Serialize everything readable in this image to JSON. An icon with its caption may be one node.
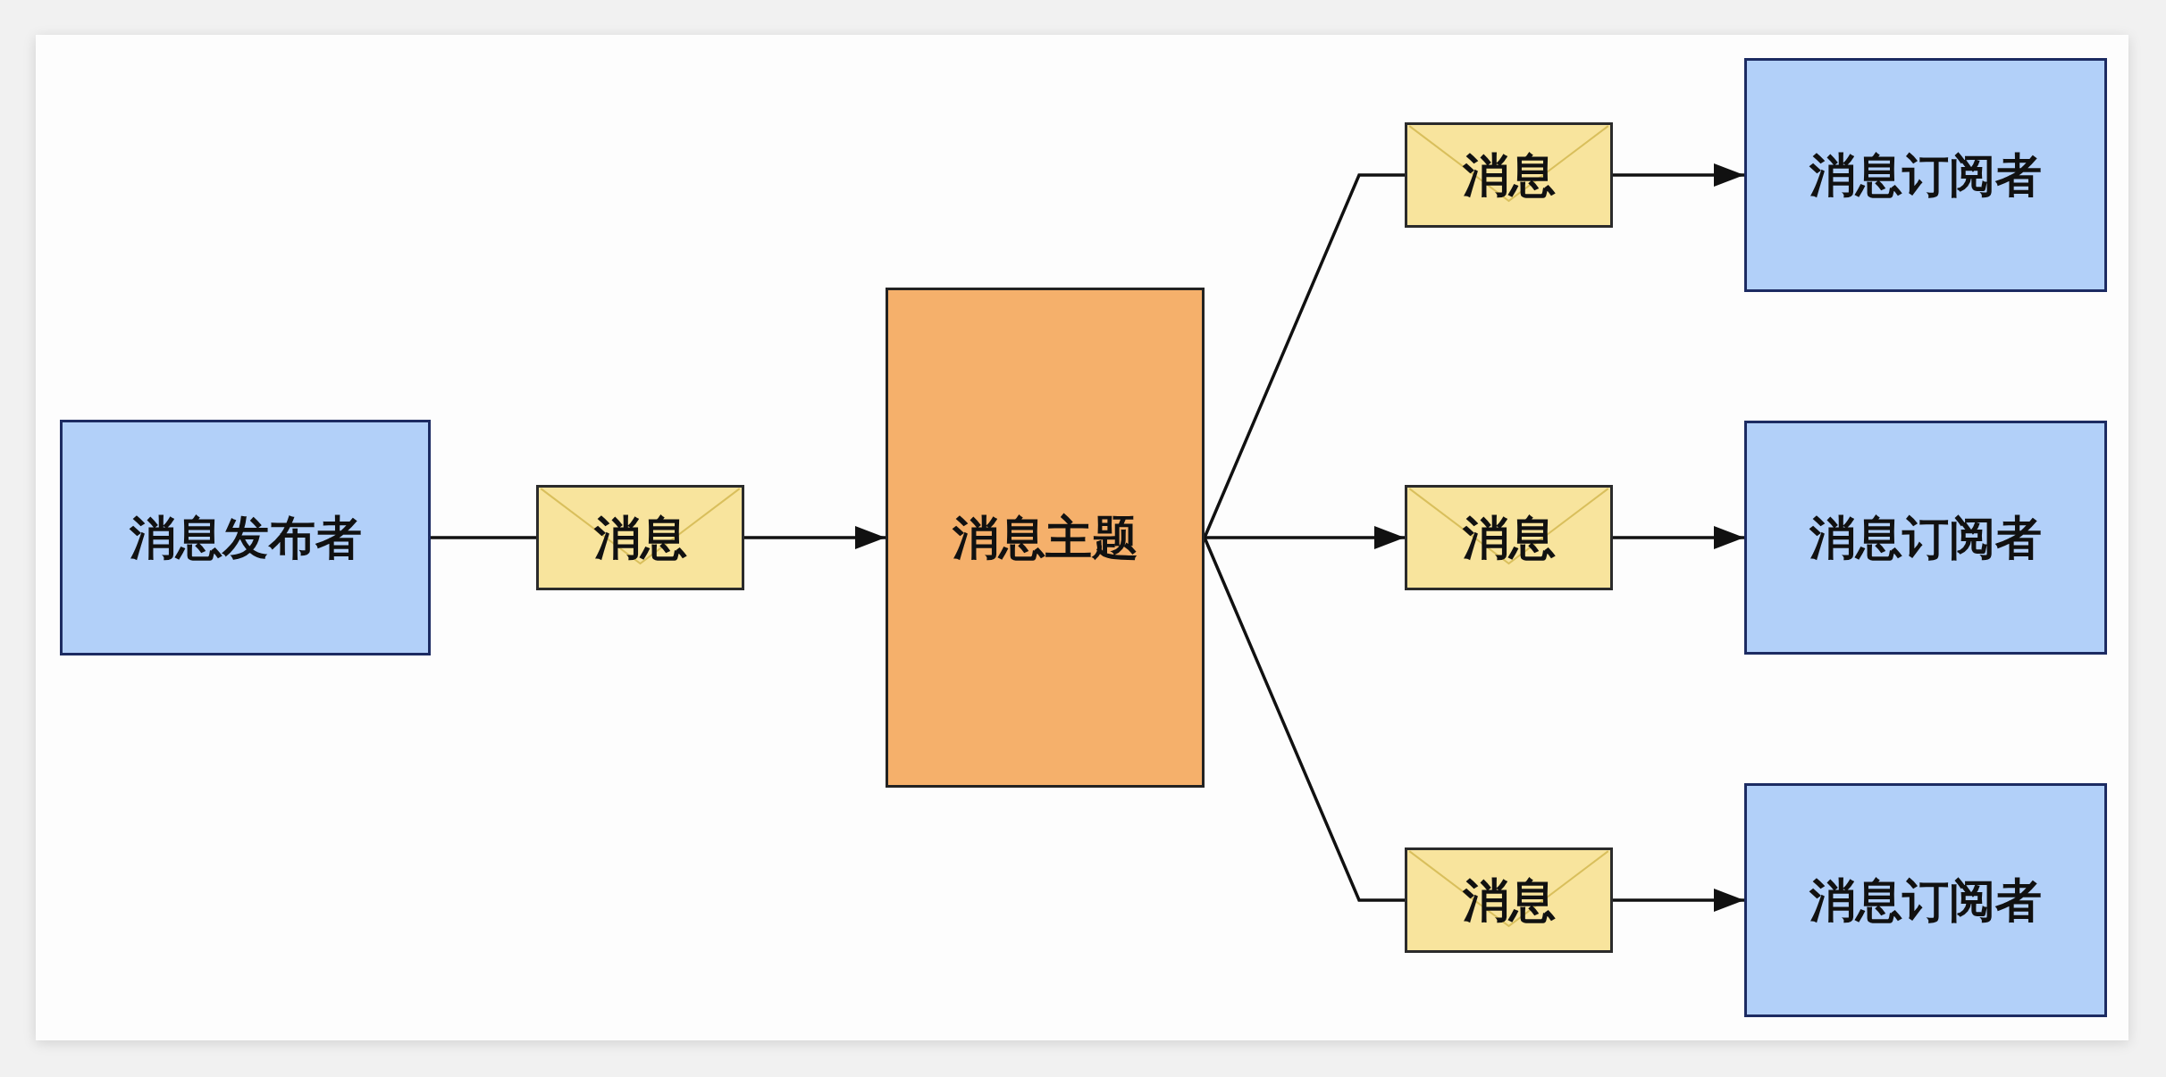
{
  "diagram": {
    "nodes": [
      {
        "text": [
          "消息发布者"
        ]
      },
      {
        "text": [
          "消息"
        ]
      },
      {
        "text": [
          "消息主题"
        ]
      },
      {
        "text": [
          "消息"
        ]
      },
      {
        "text": [
          "消息订阅者"
        ]
      },
      {
        "text": [
          "消息"
        ]
      },
      {
        "text": [
          "消息订阅者"
        ]
      },
      {
        "text": [
          "消息"
        ]
      },
      {
        "text": [
          "消息订阅者"
        ]
      }
    ],
    "edges": [
      {
        "from": 0,
        "to": 1,
        "arrow": "none"
      },
      {
        "from": 1,
        "to": 2,
        "arrow": "to"
      },
      {
        "from": 2,
        "to": 3,
        "arrow": "none"
      },
      {
        "from": 3,
        "to": 4,
        "arrow": "to"
      },
      {
        "from": 2,
        "to": 5,
        "arrow": "to"
      },
      {
        "from": 5,
        "to": 6,
        "arrow": "to"
      },
      {
        "from": 2,
        "to": 7,
        "arrow": "none"
      },
      {
        "from": 7,
        "to": 8,
        "arrow": "to"
      }
    ]
  }
}
